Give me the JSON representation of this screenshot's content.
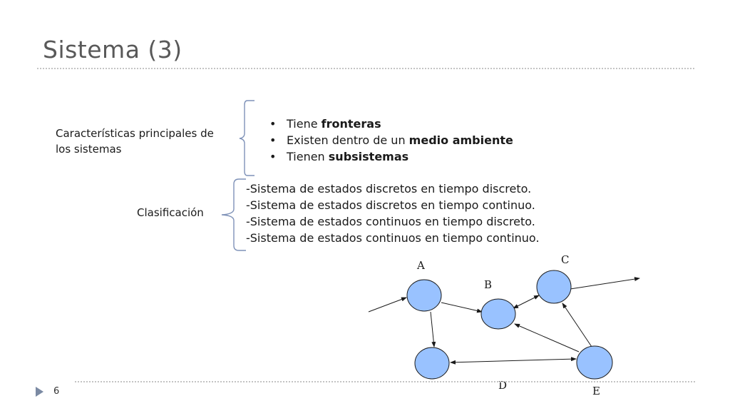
{
  "slide": {
    "title": "Sistema (3)",
    "left_caption": "Características principales de los sistemas",
    "bullets": [
      {
        "prefix": "Tiene ",
        "bold": "fronteras"
      },
      {
        "prefix": "Existen dentro de un ",
        "bold": "medio ambiente"
      },
      {
        "prefix": "Tienen ",
        "bold": "subsistemas"
      }
    ],
    "bullet_glyph": "•",
    "clasificacion_label": "Clasificación",
    "clasificacion_items": [
      "-Sistema de estados discretos en tiempo discreto.",
      "-Sistema de estados discretos en tiempo continuo.",
      "-Sistema de estados continuos en tiempo discreto.",
      "-Sistema de estados continuos en tiempo continuo."
    ],
    "page_number": "6"
  },
  "graph": {
    "nodes": [
      {
        "id": "A",
        "label": "A"
      },
      {
        "id": "B",
        "label": "B"
      },
      {
        "id": "C",
        "label": "C"
      },
      {
        "id": "D",
        "label": "D"
      },
      {
        "id": "E",
        "label": "E"
      }
    ],
    "node_fill": "#99c2ff",
    "node_stroke": "#1a1a1a"
  },
  "colors": {
    "title": "#595959",
    "rule": "#c4c4c4",
    "brace": "#7f92b8",
    "footer_arrow": "#7b8aa3"
  }
}
